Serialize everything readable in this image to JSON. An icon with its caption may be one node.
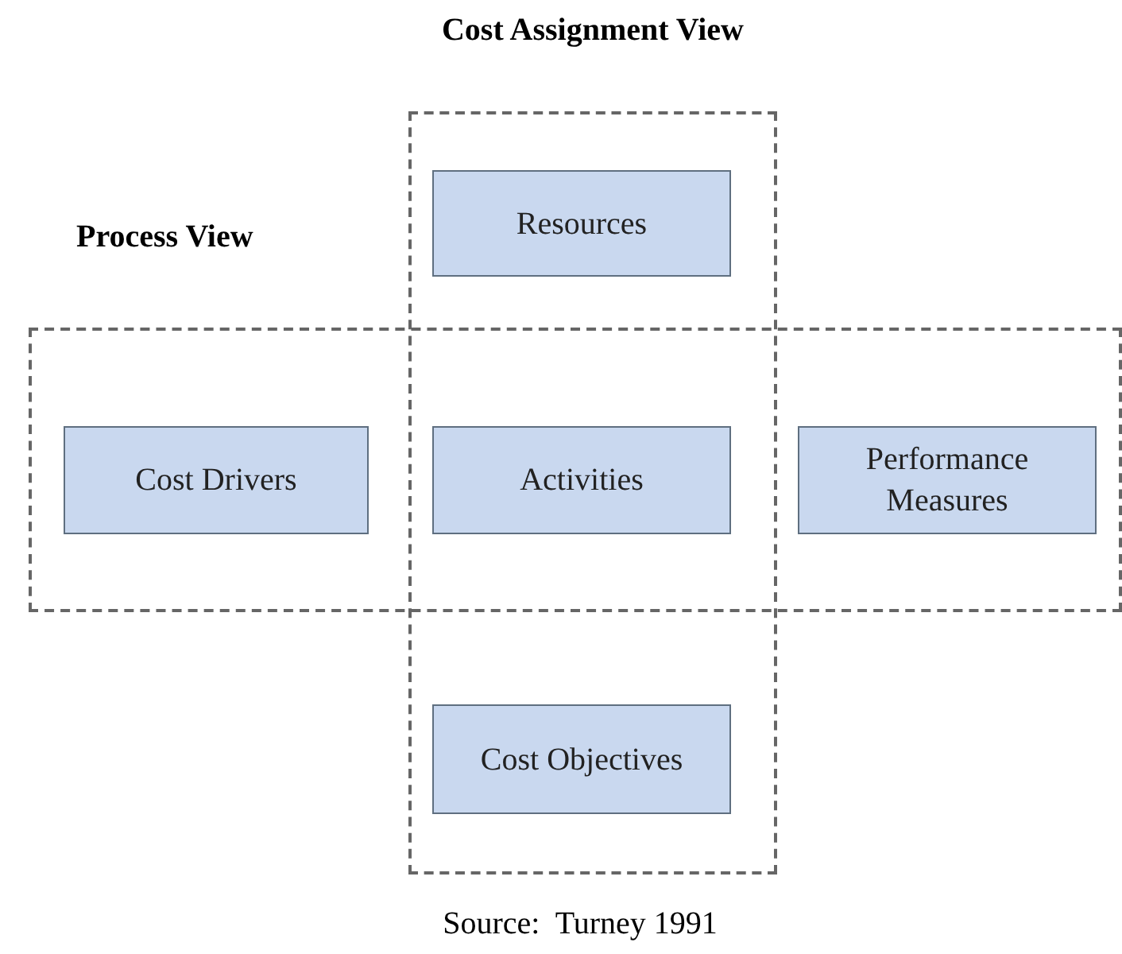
{
  "diagram": {
    "caption": "Source:  Turney 1991",
    "nodes": [
      {
        "text": [
          "Cost Assignment View"
        ]
      },
      {
        "text": [
          "Process View"
        ]
      },
      {
        "text": [
          "Resources"
        ],
        "in": 0
      },
      {
        "text": [
          "Cost Drivers"
        ],
        "in": 1
      },
      {
        "text": [
          "Activities"
        ]
      },
      {
        "text": [
          "Performance Measures"
        ],
        "in": 1
      },
      {
        "text": [
          "Cost Objectives"
        ],
        "in": 0
      }
    ],
    "edges": []
  }
}
